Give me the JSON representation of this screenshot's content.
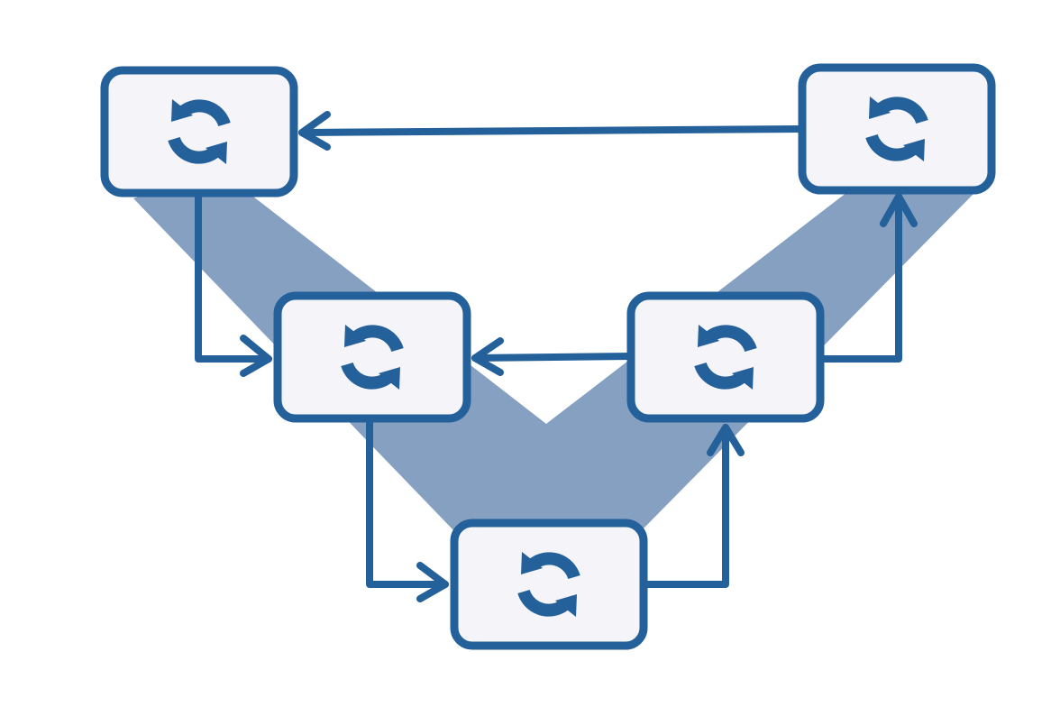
{
  "diagram": {
    "type": "v-model-process",
    "colors": {
      "accent": "#24609a",
      "band": "#86a0c2",
      "box_fill": "#f4f4f9",
      "background": "#ffffff"
    },
    "nodes": [
      {
        "id": "node-top-left",
        "icon": "refresh-icon"
      },
      {
        "id": "node-mid-left",
        "icon": "refresh-icon"
      },
      {
        "id": "node-bottom",
        "icon": "refresh-icon"
      },
      {
        "id": "node-mid-right",
        "icon": "refresh-icon"
      },
      {
        "id": "node-top-right",
        "icon": "refresh-icon"
      }
    ],
    "edges": [
      {
        "from": "node-top-left",
        "to": "node-mid-left"
      },
      {
        "from": "node-mid-left",
        "to": "node-bottom"
      },
      {
        "from": "node-bottom",
        "to": "node-mid-right"
      },
      {
        "from": "node-mid-right",
        "to": "node-top-right"
      },
      {
        "from": "node-top-right",
        "to": "node-top-left"
      },
      {
        "from": "node-mid-right",
        "to": "node-mid-left"
      }
    ]
  }
}
